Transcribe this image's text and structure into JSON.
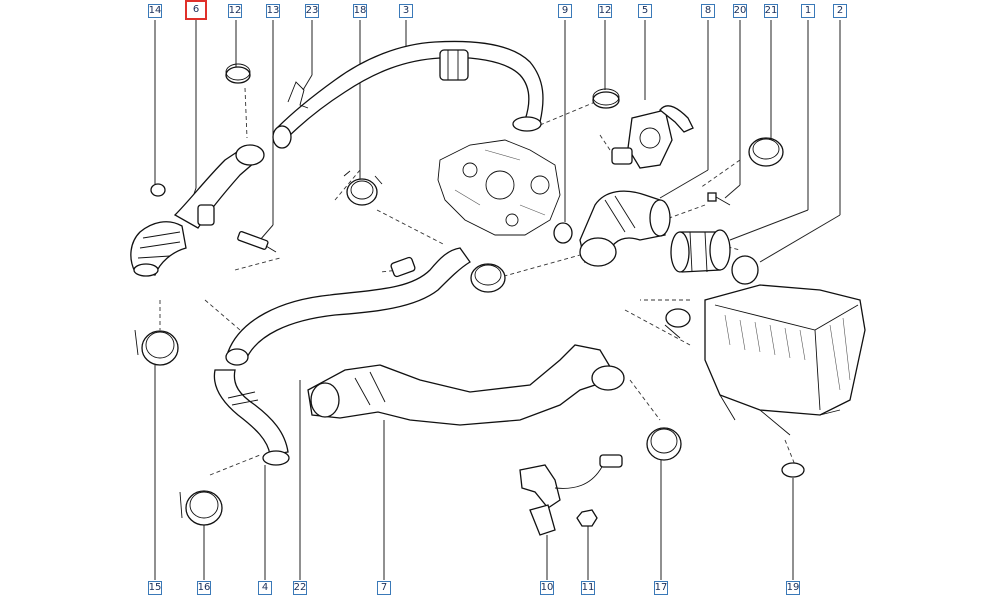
{
  "diagram": {
    "selected_part": "6",
    "callouts_top": [
      "14",
      "6",
      "12",
      "13",
      "23",
      "18",
      "3",
      "9",
      "12",
      "5",
      "8",
      "20",
      "21",
      "1",
      "2"
    ],
    "callouts_bottom": [
      "15",
      "16",
      "4",
      "22",
      "7",
      "10",
      "11",
      "17",
      "19"
    ],
    "accent_color": "#e0302a",
    "callout_border_color": "#3a79b8"
  }
}
